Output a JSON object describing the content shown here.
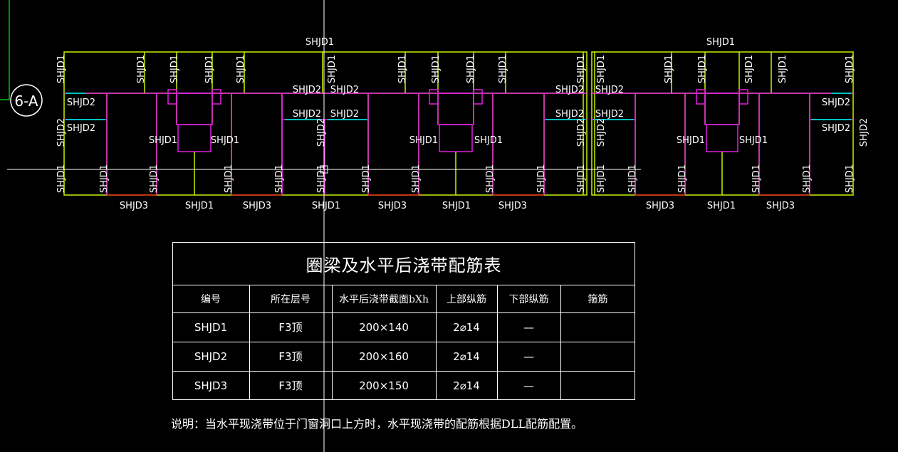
{
  "drawing": {
    "axis_label": "6-A",
    "labels": {
      "shjd1": "SHJD1",
      "shjd2": "SHJD2",
      "shjd3": "SHJD3"
    }
  },
  "table": {
    "title": "圈梁及水平后浇带配筋表",
    "headers": [
      "编号",
      "所在层号",
      "水平后浇带截面bXh",
      "上部纵筋",
      "下部纵筋",
      "箍筋"
    ],
    "rows": [
      [
        "SHJD1",
        "F3顶",
        "200×140",
        "2⌀14",
        "—",
        ""
      ],
      [
        "SHJD2",
        "F3顶",
        "200×160",
        "2⌀14",
        "—",
        ""
      ],
      [
        "SHJD3",
        "F3顶",
        "200×150",
        "2⌀14",
        "—",
        ""
      ]
    ]
  },
  "note": "说明：当水平现浇带位于门窗洞口上方时，水平现浇带的配筋根据DLL配筋配置。",
  "colors": {
    "background": "#000000",
    "wall_outline": "#c8f000",
    "partition": "#e020e0",
    "bottom_edge": "#e02020",
    "teal_mark": "#00c0c0",
    "green_line": "#00e000",
    "text": "#ffffff"
  }
}
